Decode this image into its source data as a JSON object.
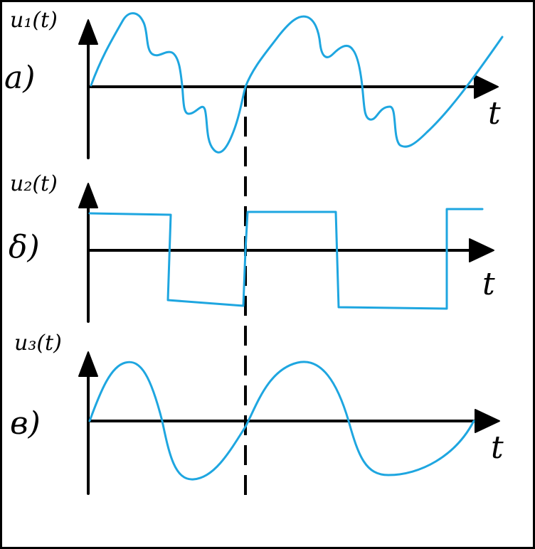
{
  "panels": [
    {
      "panel_label": "a)",
      "function_label": "u₁(t)",
      "time_label": "t",
      "signal_type": "composite waveform"
    },
    {
      "panel_label": "δ)",
      "function_label": "u₂(t)",
      "time_label": "t",
      "signal_type": "square wave"
    },
    {
      "panel_label": "в)",
      "function_label": "u₃(t)",
      "time_label": "t",
      "signal_type": "sine wave"
    }
  ],
  "colors": {
    "signal": "#1ea6e0",
    "axes": "#000000",
    "background": "#ffffff"
  },
  "guide_line": "dashed vertical line through the zero crossing"
}
